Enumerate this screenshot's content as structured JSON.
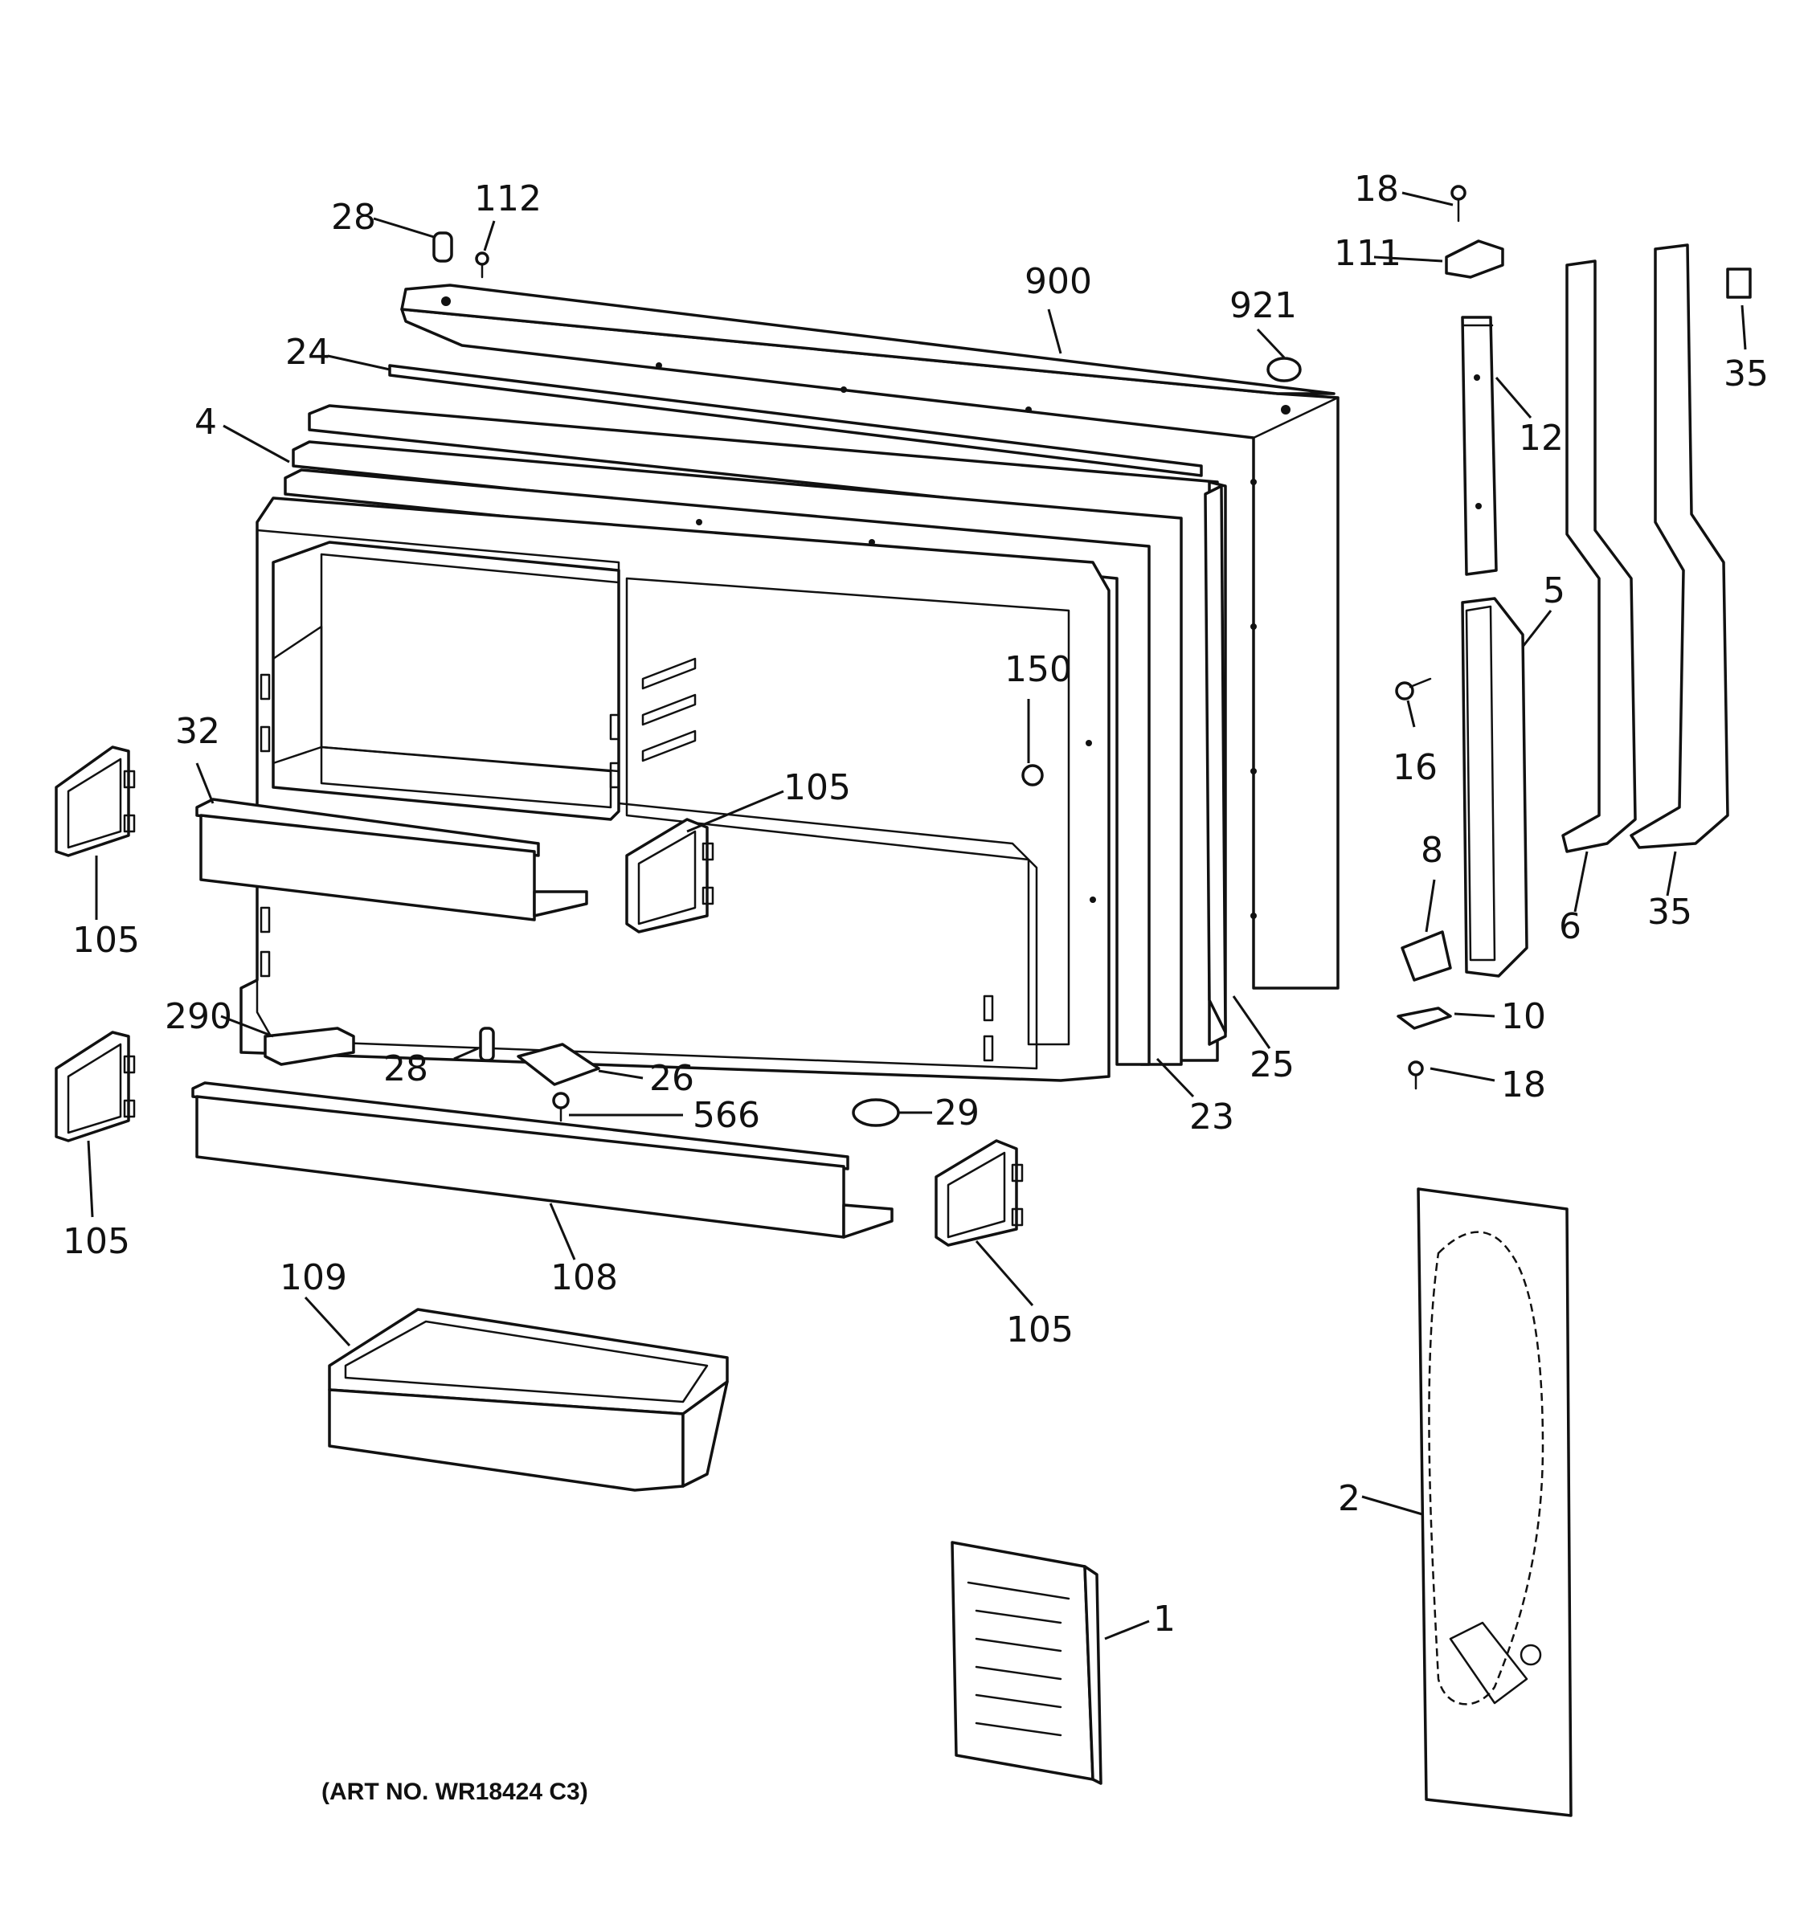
{
  "art_number": "(ART NO. WR18424 C3)",
  "labels": {
    "p28a": "28",
    "p112": "112",
    "p900": "900",
    "p921": "921",
    "p24": "24",
    "p4": "4",
    "p18a": "18",
    "p111": "111",
    "p12": "12",
    "p35a": "35",
    "p5": "5",
    "p16": "16",
    "p150": "150",
    "p32": "32",
    "p105a": "105",
    "p105b": "105",
    "p6": "6",
    "p35b": "35",
    "p8": "8",
    "p10": "10",
    "p18b": "18",
    "p25": "25",
    "p23": "23",
    "p290": "290",
    "p28b": "28",
    "p26": "26",
    "p566": "566",
    "p29": "29",
    "p105c": "105",
    "p108": "108",
    "p105d": "105",
    "p109": "109",
    "p2": "2",
    "p1": "1"
  }
}
